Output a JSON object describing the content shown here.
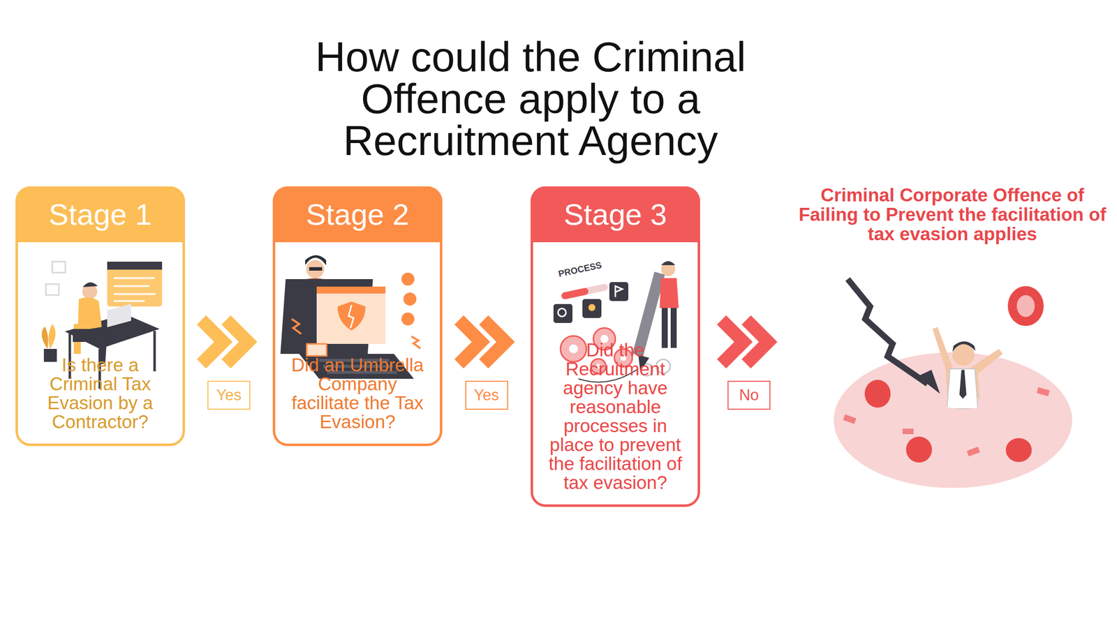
{
  "diagram": {
    "title": "How could the Criminal Offence apply to a Recruitment Agency",
    "nodes": [
      {
        "text": [
          "Stage 1",
          "Is there a Criminal Tax Evasion by a Contractor?"
        ]
      },
      {
        "text": [
          "Stage 2",
          "Did an Umbrella Company facilitate the Tax Evasion?"
        ]
      },
      {
        "text": [
          "Stage 3",
          "Did the Recruitment agency have reasonable processes in place to prevent the facilitation of tax evasion?"
        ]
      },
      {
        "text": [
          "Criminal Corporate Offence of Failing to Prevent the facilitation of tax evasion applies"
        ]
      }
    ],
    "edges": [
      {
        "from": 0,
        "to": 1,
        "label": "Yes",
        "arrow": "to"
      },
      {
        "from": 1,
        "to": 2,
        "label": "Yes",
        "arrow": "to"
      },
      {
        "from": 2,
        "to": 3,
        "label": "No",
        "arrow": "to"
      }
    ],
    "labels": [
      "PROCESS"
    ]
  }
}
